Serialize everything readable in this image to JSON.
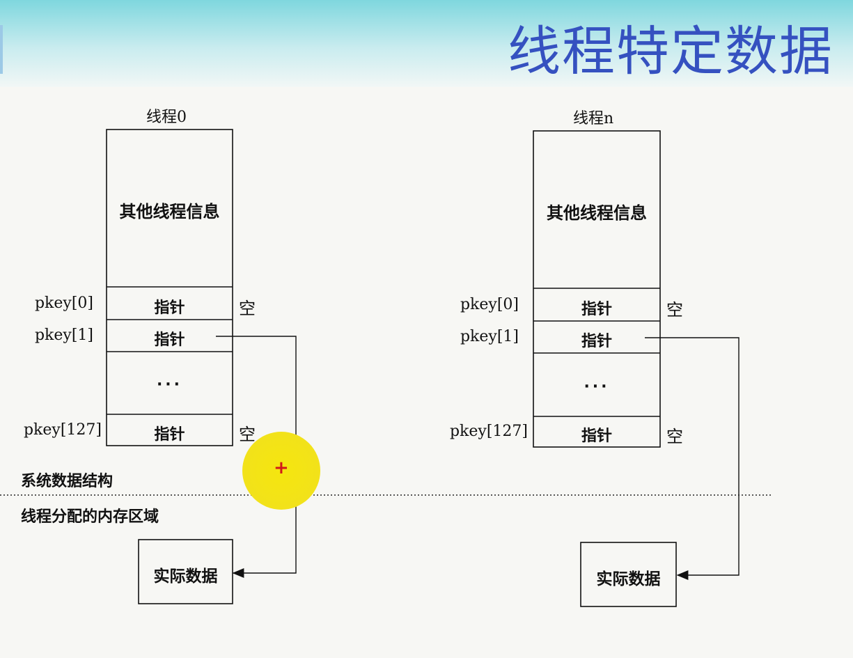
{
  "slide": {
    "title": "线程特定数据"
  },
  "threads": [
    {
      "name": "线程0",
      "info_label": "其他线程信息",
      "slots": [
        {
          "key": "pkey[0]",
          "label": "指针",
          "status": "空"
        },
        {
          "key": "pkey[1]",
          "label": "指针",
          "status": ""
        },
        {
          "key": "",
          "label": "···",
          "status": ""
        },
        {
          "key": "pkey[127]",
          "label": "指针",
          "status": "空"
        }
      ],
      "data_label": "实际数据"
    },
    {
      "name": "线程n",
      "info_label": "其他线程信息",
      "slots": [
        {
          "key": "pkey[0]",
          "label": "指针",
          "status": "空"
        },
        {
          "key": "pkey[1]",
          "label": "指针",
          "status": ""
        },
        {
          "key": "",
          "label": "···",
          "status": ""
        },
        {
          "key": "pkey[127]",
          "label": "指针",
          "status": "空"
        }
      ],
      "data_label": "实际数据"
    }
  ],
  "regions": {
    "upper": "系统数据结构",
    "lower": "线程分配的内存区域"
  },
  "colors": {
    "title": "#3551c0",
    "header_gradient_top": "#7fd7de",
    "cursor_highlight": "#f5e60f",
    "cursor_cross": "#d11a1a"
  }
}
